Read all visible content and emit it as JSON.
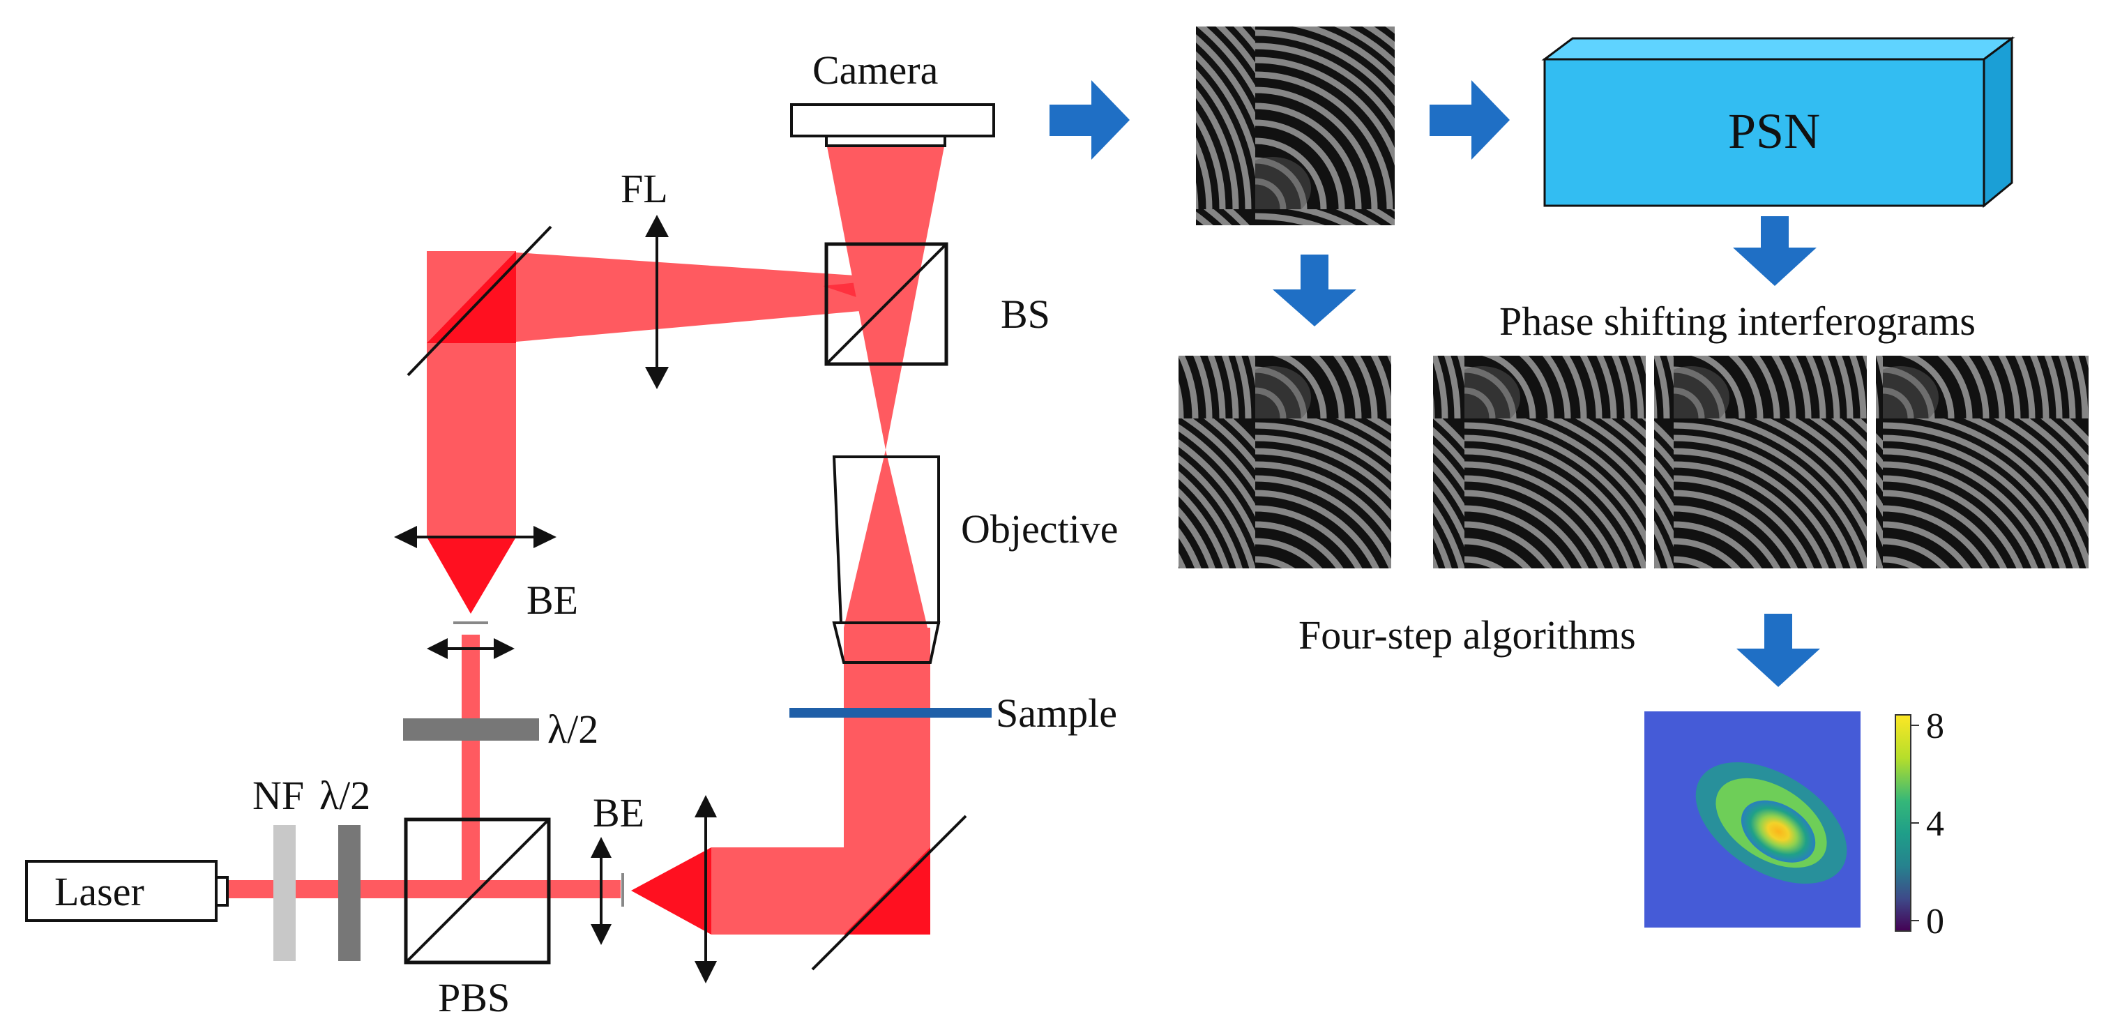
{
  "labels": {
    "camera": "Camera",
    "fl": "FL",
    "bs": "BS",
    "objective": "Objective",
    "sample": "Sample",
    "be_upper": "BE",
    "be_lower": "BE",
    "half_wave_upper": "λ/2",
    "half_wave_lower": "λ/2",
    "nf": "NF",
    "pbs": "PBS",
    "laser": "Laser",
    "psn": "PSN",
    "phase_shifting": "Phase shifting interferograms",
    "four_step": "Four-step algorithms"
  },
  "colorbar": {
    "ticks": [
      "8",
      "4",
      "0"
    ],
    "colors": [
      "#fde725",
      "#6ece58",
      "#1fa187",
      "#277f8e",
      "#3b528b",
      "#482878",
      "#440154"
    ]
  },
  "colors": {
    "beam": "#ff4f55",
    "beam_dark": "#ff0f1f",
    "arrow_blue": "#1f6fc5",
    "psn_fill": "#33bdf2",
    "psn_top": "#5fd3ff",
    "psn_side": "#1b9fd6",
    "sample_line": "#1f5fa8",
    "outline": "#111111"
  }
}
